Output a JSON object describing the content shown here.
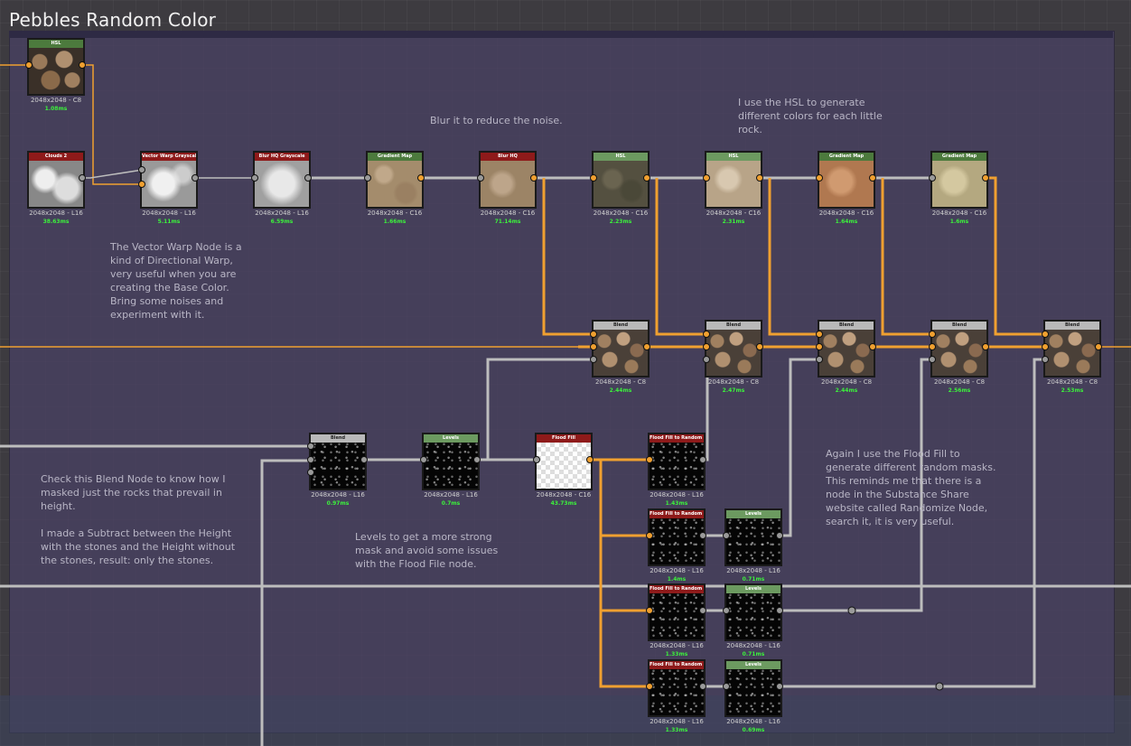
{
  "title": "Pebbles Random Color",
  "nodes": [
    {
      "id": "hsl-top",
      "label": "HSL",
      "color": "green",
      "thumb": "t-stone",
      "res": "2048x2048 - C8",
      "ms": "1.08ms"
    },
    {
      "id": "cloud2",
      "label": "Clouds 2",
      "color": "red",
      "thumb": "t-cloud",
      "res": "2048x2048 - L16",
      "ms": "38.63ms"
    },
    {
      "id": "vector-warp",
      "label": "Vector Warp Grayscale",
      "color": "red",
      "thumb": "t-warp",
      "res": "2048x2048 - L16",
      "ms": "5.11ms"
    },
    {
      "id": "blur-hq-gray",
      "label": "Blur HQ Grayscale",
      "color": "red",
      "thumb": "t-blurg",
      "res": "2048x2048 - L16",
      "ms": "6.59ms"
    },
    {
      "id": "gradient-map-1",
      "label": "Gradient Map",
      "color": "green",
      "thumb": "t-tan",
      "res": "2048x2048 - C16",
      "ms": "1.66ms"
    },
    {
      "id": "blur-hq",
      "label": "Blur HQ",
      "color": "red",
      "thumb": "t-tan2",
      "res": "2048x2048 - C16",
      "ms": "71.14ms"
    },
    {
      "id": "hsl-1",
      "label": "HSL",
      "color": "lgreen",
      "thumb": "t-dark",
      "res": "2048x2048 - C16",
      "ms": "2.23ms"
    },
    {
      "id": "hsl-2",
      "label": "HSL",
      "color": "lgreen",
      "thumb": "t-beige",
      "res": "2048x2048 - C16",
      "ms": "2.31ms"
    },
    {
      "id": "gradient-map-2",
      "label": "Gradient Map",
      "color": "green",
      "thumb": "t-orange",
      "res": "2048x2048 - C16",
      "ms": "1.64ms"
    },
    {
      "id": "gradient-map-3",
      "label": "Gradient Map",
      "color": "green",
      "thumb": "t-sand",
      "res": "2048x2048 - C16",
      "ms": "1.6ms"
    },
    {
      "id": "blend-1",
      "label": "Blend",
      "color": "gray",
      "thumb": "t-blend",
      "res": "2048x2048 - C8",
      "ms": "2.44ms"
    },
    {
      "id": "blend-2",
      "label": "Blend",
      "color": "gray",
      "thumb": "t-blend",
      "res": "2048x2048 - C8",
      "ms": "2.47ms"
    },
    {
      "id": "blend-3",
      "label": "Blend",
      "color": "gray",
      "thumb": "t-blend",
      "res": "2048x2048 - C8",
      "ms": "2.44ms"
    },
    {
      "id": "blend-4",
      "label": "Blend",
      "color": "gray",
      "thumb": "t-blend",
      "res": "2048x2048 - C8",
      "ms": "2.56ms"
    },
    {
      "id": "blend-5",
      "label": "Blend",
      "color": "gray",
      "thumb": "t-blend",
      "res": "2048x2048 - C8",
      "ms": "2.53ms"
    },
    {
      "id": "blend-mask",
      "label": "Blend",
      "color": "gray",
      "thumb": "t-black",
      "res": "2048x2048 - L16",
      "ms": "0.97ms"
    },
    {
      "id": "levels-mask",
      "label": "Levels",
      "color": "lgreen",
      "thumb": "t-black",
      "res": "2048x2048 - L16",
      "ms": "0.7ms"
    },
    {
      "id": "flood-fill",
      "label": "Flood Fill",
      "color": "red",
      "thumb": "t-checker",
      "res": "2048x2048 - C16",
      "ms": "43.73ms"
    },
    {
      "id": "ff-random-1",
      "label": "Flood Fill to Random Grayscale",
      "color": "red",
      "thumb": "t-black",
      "res": "2048x2048 - L16",
      "ms": "1.43ms"
    },
    {
      "id": "ff-random-2",
      "label": "Flood Fill to Random Grayscale",
      "color": "red",
      "thumb": "t-black",
      "res": "2048x2048 - L16",
      "ms": "1.4ms"
    },
    {
      "id": "levels-2",
      "label": "Levels",
      "color": "lgreen",
      "thumb": "t-black",
      "res": "2048x2048 - L16",
      "ms": "0.71ms"
    },
    {
      "id": "ff-random-3",
      "label": "Flood Fill to Random Grayscale",
      "color": "red",
      "thumb": "t-black",
      "res": "2048x2048 - L16",
      "ms": "1.33ms"
    },
    {
      "id": "levels-3",
      "label": "Levels",
      "color": "lgreen",
      "thumb": "t-black",
      "res": "2048x2048 - L16",
      "ms": "0.71ms"
    },
    {
      "id": "ff-random-4",
      "label": "Flood Fill to Random Grayscale",
      "color": "red",
      "thumb": "t-black",
      "res": "2048x2048 - L16",
      "ms": "1.33ms"
    },
    {
      "id": "levels-4",
      "label": "Levels",
      "color": "lgreen",
      "thumb": "t-black",
      "res": "2048x2048 - L16",
      "ms": "0.69ms"
    }
  ],
  "notes": {
    "blur": "Blur it to reduce the noise.",
    "hsl": "I use the HSL to generate\ndifferent colors for each little\nrock.",
    "vector_warp": "The Vector Warp Node is a\nkind of Directional Warp,\nvery useful when you are\ncreating the Base Color.\nBring some noises and\nexperiment with it.",
    "blend_mask": "Check this Blend Node to know how I\nmasked just the rocks that prevail in\nheight.\n\nI made a Subtract between the Height\nwith the stones and the Height without\nthe stones, result: only the stones.",
    "levels": "Levels to get a more strong\nmask and avoid some issues\nwith the Flood File node.",
    "flood_fill": "Again I use the Flood Fill to\ngenerate different random masks.\nThis reminds me that there is a\nnode in the Substance Share\nwebsite called Randomize Node,\nsearch it, it is very useful."
  },
  "colors": {
    "orange_wire": "#f0a030",
    "gray_wire": "#bdbdbd",
    "time_green": "#3cf03c"
  }
}
